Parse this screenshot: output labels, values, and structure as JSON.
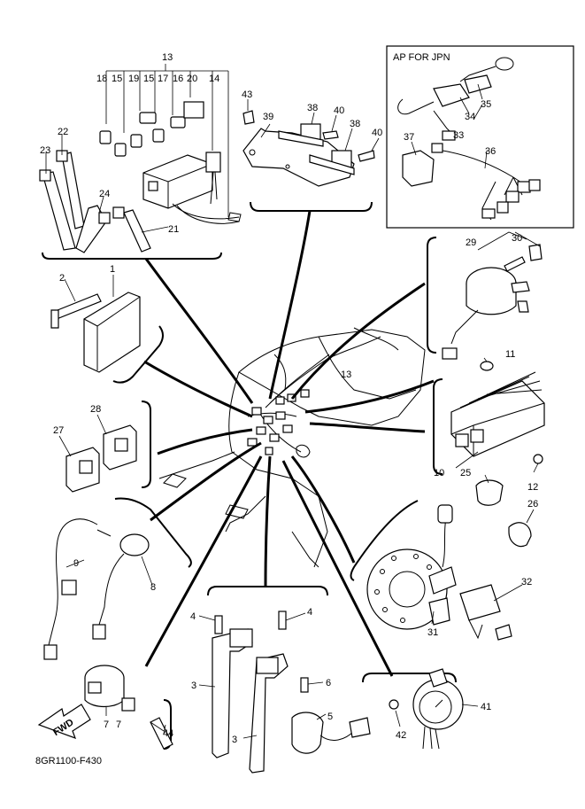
{
  "diagram": {
    "inset_title": "AP FOR JPN",
    "figure_code": "8GR1100-F430",
    "direction_label": "FWD",
    "callouts": [
      "1",
      "2",
      "3",
      "4",
      "5",
      "6",
      "7",
      "8",
      "9",
      "10",
      "11",
      "12",
      "13",
      "14",
      "15",
      "16",
      "17",
      "18",
      "19",
      "20",
      "21",
      "22",
      "23",
      "24",
      "25",
      "26",
      "27",
      "28",
      "29",
      "30",
      "31",
      "32",
      "33",
      "34",
      "35",
      "36",
      "37",
      "38",
      "39",
      "40",
      "41",
      "42",
      "43",
      "44"
    ]
  }
}
